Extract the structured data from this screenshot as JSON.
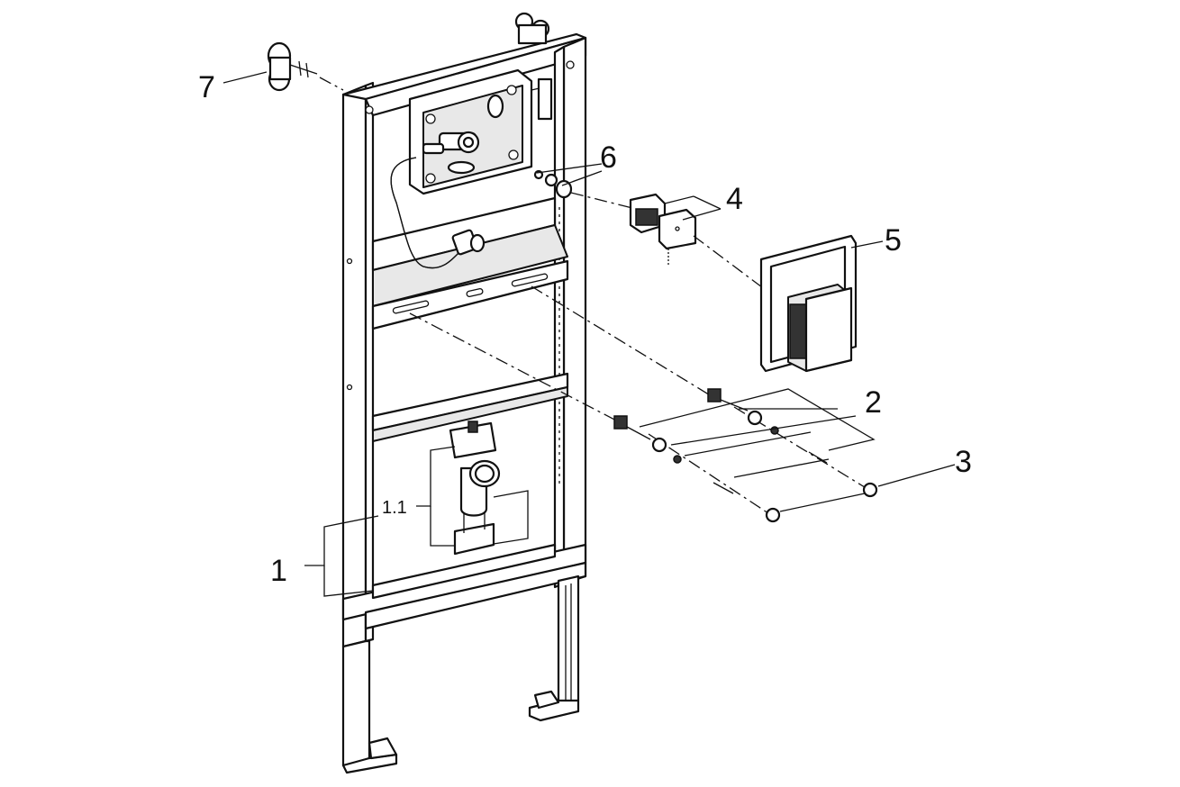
{
  "callouts": [
    {
      "id": "1",
      "label": "1"
    },
    {
      "id": "1.1",
      "label": "1.1"
    },
    {
      "id": "2",
      "label": "2"
    },
    {
      "id": "3",
      "label": "3"
    },
    {
      "id": "4",
      "label": "4"
    },
    {
      "id": "5",
      "label": "5"
    },
    {
      "id": "6",
      "label": "6"
    },
    {
      "id": "7",
      "label": "7"
    }
  ]
}
